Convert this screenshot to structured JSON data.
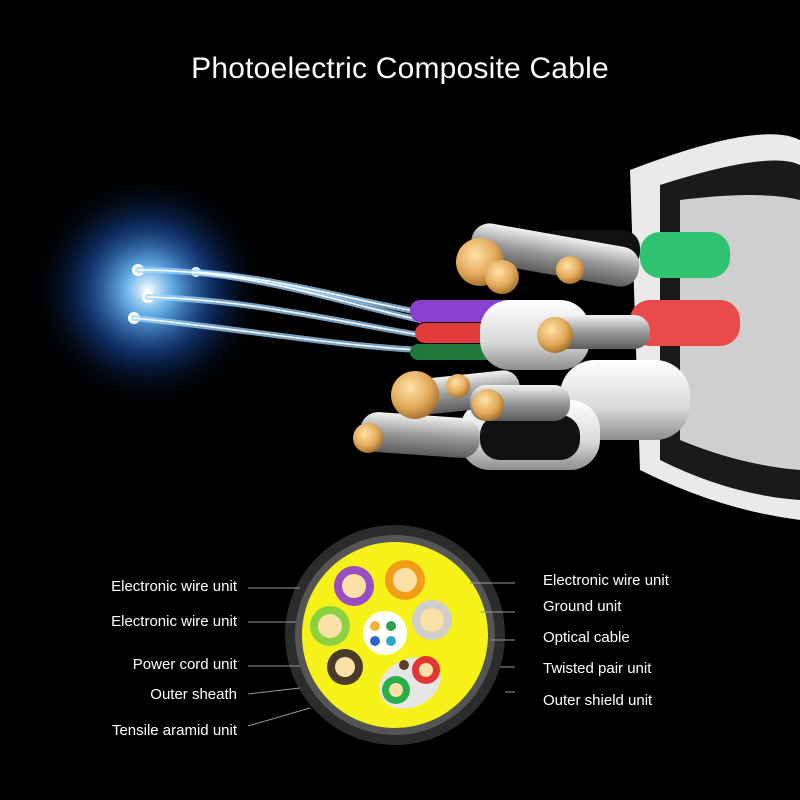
{
  "title": "Photoelectric Composite Cable",
  "labels_left": [
    "Electronic wire unit",
    "Electronic wire unit",
    "Power cord unit",
    "Outer sheath",
    "Tensile aramid unit"
  ],
  "labels_right": [
    "Electronic wire unit",
    "Ground unit",
    "Optical cable",
    "Twisted pair unit",
    "Outer shield unit"
  ],
  "colors": {
    "background": "#000000",
    "fiber_glow": "#3aa0ff",
    "aramid_fill": "#f7f31a",
    "sheath": "#2b2b2b",
    "copper": "#e7b66d"
  }
}
